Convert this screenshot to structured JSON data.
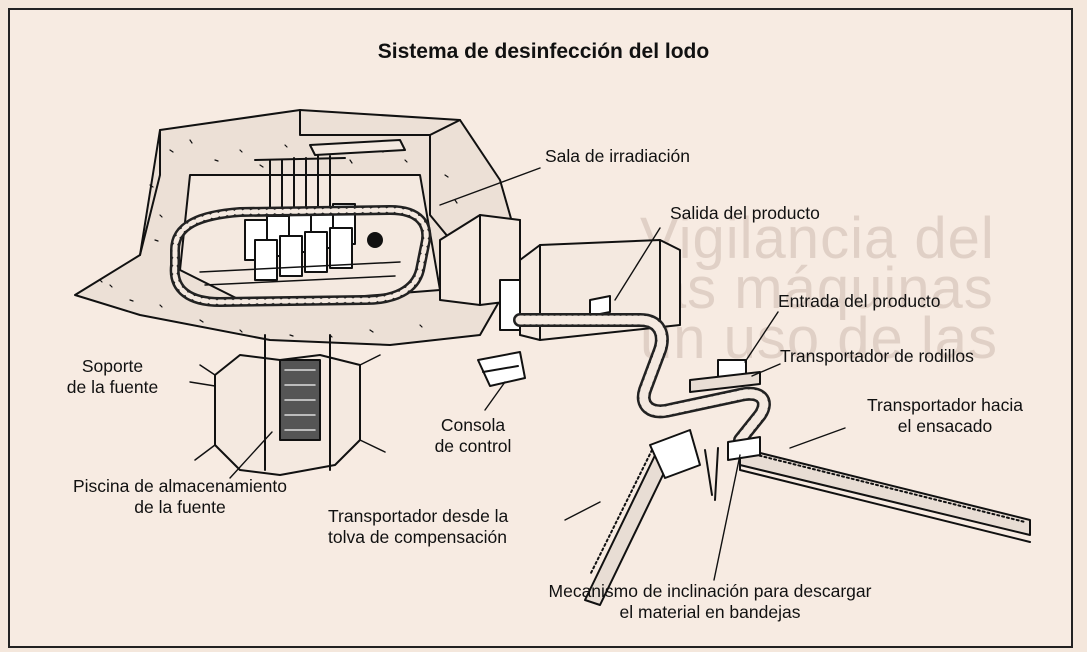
{
  "title": "Sistema de desinfección del lodo",
  "labels": {
    "irradiation_room": "Sala de irradiación",
    "product_exit": "Salida del producto",
    "product_entry": "Entrada del producto",
    "roller_conveyor": "Transportador de rodillos",
    "conveyor_to_bagging": [
      "Transportador hacia",
      "el ensacado"
    ],
    "source_support": [
      "Soporte",
      "de la fuente"
    ],
    "control_console": [
      "Consola",
      "de control"
    ],
    "storage_pool": [
      "Piscina de almacenamiento",
      "de la fuente"
    ],
    "conveyor_from_hopper": [
      "Transportador desde la",
      "tolva de compensación"
    ],
    "tilt_mechanism": [
      "Mecanismo de inclinación para descargar",
      "el material en bandejas"
    ]
  }
}
